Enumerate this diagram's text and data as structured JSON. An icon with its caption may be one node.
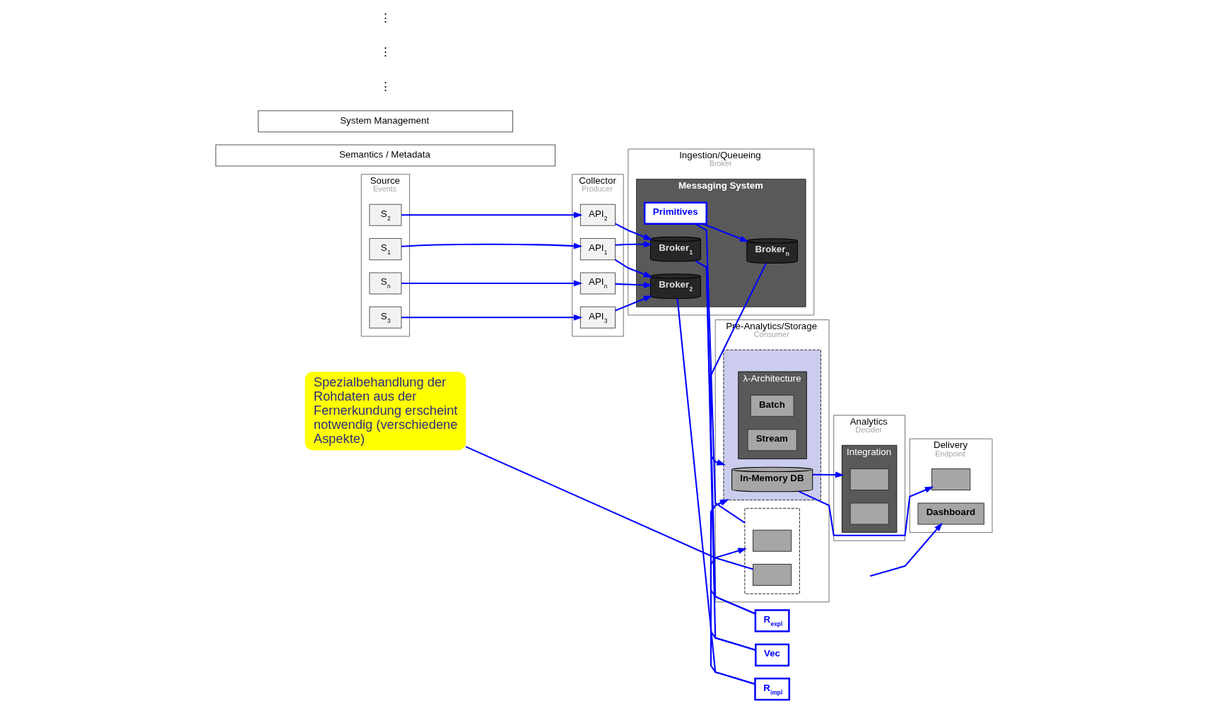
{
  "diagram": {
    "nodes": [
      {
        "text": [
          "Source",
          "Events"
        ]
      },
      {
        "text": [
          "Collector",
          "Producer"
        ]
      },
      {
        "text": [
          "Ingestion/Queueing",
          "Broker"
        ]
      },
      {
        "text": [
          "Pre-Analytics/Storage",
          "Consumer"
        ]
      },
      {
        "text": [
          "Analytics",
          "Decider"
        ]
      },
      {
        "text": [
          "Delivery",
          "Endpoint"
        ]
      },
      {
        "text": [
          "S$_{1}$"
        ],
        "in": 0
      },
      {
        "text": [
          "S$_{2}$"
        ],
        "in": 0
      },
      {
        "text": [
          "S$_{3}$"
        ],
        "in": 0
      },
      {
        "text": [
          "S$_{n}$"
        ],
        "in": 0
      },
      {
        "text": [
          "API$_{1}$"
        ],
        "in": 1
      },
      {
        "text": [
          "API$_{2}$"
        ],
        "in": 1
      },
      {
        "text": [
          "API$_{3}$"
        ],
        "in": 1
      },
      {
        "text": [
          "API$_{n}$"
        ],
        "in": 1
      },
      {
        "text": [
          "Messaging System"
        ],
        "in": 2
      },
      {
        "text": [
          "Broker$_{1}$"
        ],
        "in": 14
      },
      {
        "text": [
          "Broker$_{2}$"
        ],
        "in": 14
      },
      {
        "text": [
          "Broker$_{n}$"
        ],
        "in": 14
      },
      {
        "text": [
          "Primitives"
        ],
        "in": 14
      },
      {
        "text": [
          "Vec"
        ]
      },
      {
        "text": [
          "R$_{expl}$"
        ]
      },
      {
        "text": [
          "R$_{impl}$"
        ]
      },
      {
        "text": [],
        "shape": "box",
        "in": 3
      },
      {
        "text": [
          "In-Memory DB"
        ],
        "in": 22
      },
      {
        "text": [
          "λ-Architecture"
        ],
        "in": 22
      },
      {
        "text": [
          "Batch"
        ],
        "in": 24
      },
      {
        "text": [
          "Stream"
        ],
        "in": 24
      },
      {
        "text": [],
        "shape": "box",
        "in": 3
      },
      {
        "text": [],
        "shape": "box",
        "in": 27
      },
      {
        "text": [],
        "shape": "box",
        "in": 27
      },
      {
        "text": [
          "Integration"
        ],
        "in": 4
      },
      {
        "text": [],
        "shape": "box",
        "in": 30
      },
      {
        "text": [],
        "shape": "box",
        "in": 30
      },
      {
        "text": [],
        "shape": "box",
        "in": 5
      },
      {
        "text": [
          "Dashboard"
        ],
        "in": 5
      },
      {
        "text": [
          "Spezialbehandlung der Rohdaten aus der Fernerkundung erscheint notwendig (verschiedene Aspekte)"
        ]
      },
      {
        "text": [
          "Semantics / Metadata"
        ]
      },
      {
        "text": [
          "System Management"
        ]
      }
    ],
    "edges": [
      {
        "from": 6,
        "to": 10,
        "arrow": "to"
      },
      {
        "from": 7,
        "to": 11,
        "arrow": "to"
      },
      {
        "from": 8,
        "to": 12,
        "arrow": "to"
      },
      {
        "from": 9,
        "to": 13,
        "arrow": "to"
      },
      {
        "from": 10,
        "to": 15,
        "arrow": "to"
      },
      {
        "from": 10,
        "to": 16,
        "arrow": "to"
      },
      {
        "from": 11,
        "to": 15,
        "arrow": "to"
      },
      {
        "from": 12,
        "to": 16,
        "arrow": "to"
      },
      {
        "from": 13,
        "to": 16,
        "arrow": "to"
      },
      {
        "from": 15,
        "to": 19,
        "arrow": "none"
      },
      {
        "from": 15,
        "to": 20,
        "arrow": "none"
      },
      {
        "from": 19,
        "to": 22,
        "arrow": "to"
      },
      {
        "from": 20,
        "to": 22,
        "arrow": "to"
      },
      {
        "from": 17,
        "to": 22,
        "arrow": "to"
      },
      {
        "from": 16,
        "to": 21,
        "arrow": "none"
      },
      {
        "from": 21,
        "to": 27,
        "arrow": "to"
      },
      {
        "from": 18,
        "to": 17,
        "arrow": "to"
      },
      {
        "from": 27,
        "to": 18,
        "arrow": "none"
      },
      {
        "from": 23,
        "to": 33,
        "arrow": "to"
      },
      {
        "from": 23,
        "to": 30,
        "arrow": "to"
      },
      {
        "from": null,
        "to": 34,
        "arrow": "to"
      },
      {
        "from": 35,
        "to": 29,
        "arrow": "none"
      }
    ],
    "labels": [
      "⋮",
      "⋮",
      "⋮"
    ]
  }
}
